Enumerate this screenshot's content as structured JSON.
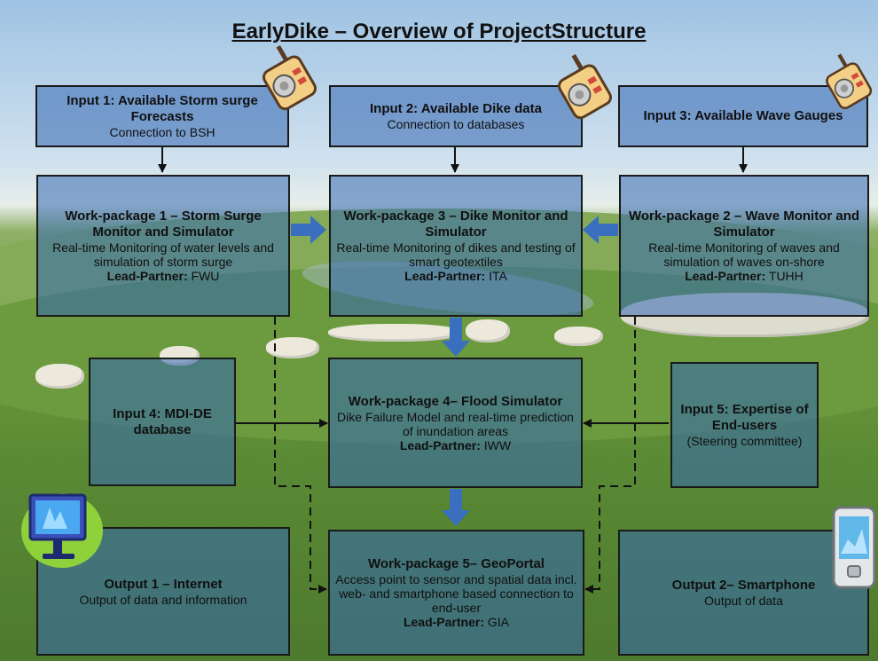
{
  "title": "EarlyDike – Overview of ProjectStructure",
  "boxes": {
    "input1": {
      "heading": "Input 1: Available Storm surge Forecasts",
      "text": "Connection to BSH"
    },
    "input2": {
      "heading": "Input 2: Available Dike data",
      "text": "Connection to databases"
    },
    "input3": {
      "heading": "Input 3: Available Wave Gauges",
      "text": ""
    },
    "wp1": {
      "heading": "Work-package 1 – Storm Surge Monitor and Simulator",
      "text": "Real-time Monitoring of water levels and simulation of storm surge",
      "lead_label": "Lead-Partner:",
      "lead": "FWU"
    },
    "wp3": {
      "heading": "Work-package 3 – Dike Monitor and Simulator",
      "text": "Real-time Monitoring of dikes and testing of smart geotextiles",
      "lead_label": "Lead-Partner:",
      "lead": "ITA"
    },
    "wp2": {
      "heading": "Work-package 2 – Wave Monitor and Simulator",
      "text": "Real-time Monitoring of waves and simulation of waves on-shore",
      "lead_label": "Lead-Partner:",
      "lead": "TUHH"
    },
    "input4": {
      "heading": "Input 4: MDI-DE database"
    },
    "wp4": {
      "heading": "Work-package 4– Flood Simulator",
      "text": "Dike Failure Model and real-time prediction of inundation areas",
      "lead_label": "Lead-Partner:",
      "lead": "IWW"
    },
    "input5": {
      "heading": "Input 5: Expertise of End-users",
      "text": "(Steering committee)"
    },
    "output1": {
      "heading": "Output 1 – Internet",
      "text": "Output of data and information"
    },
    "wp5": {
      "heading": "Work-package 5– GeoPortal",
      "text": "Access point to sensor and spatial data incl. web- and smartphone based connection to end-user",
      "lead_label": "Lead-Partner:",
      "lead": "GIA"
    },
    "output2": {
      "heading": "Output 2– Smartphone",
      "text": "Output of data"
    }
  },
  "icons": [
    "radio-sensor-icon",
    "monitor-icon",
    "smartphone-icon"
  ],
  "colors": {
    "box_fill": "#3468b2",
    "arrow_blue": "#3a6fc0",
    "border": "#1a1a1a"
  }
}
